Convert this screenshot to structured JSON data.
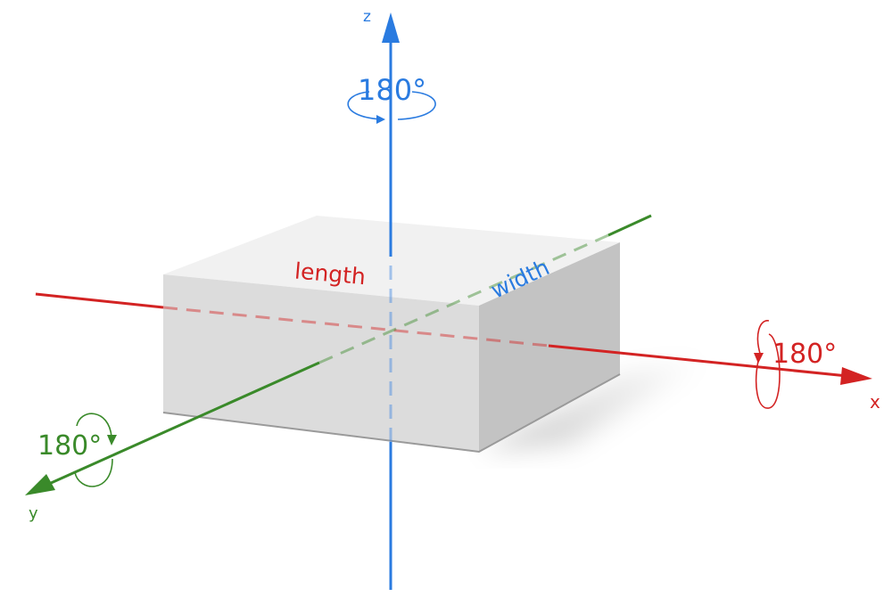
{
  "axes": {
    "x": {
      "label": "x",
      "rotation_label": "180°",
      "color": "#d32323"
    },
    "y": {
      "label": "y",
      "rotation_label": "180°",
      "color": "#3a8a2a"
    },
    "z": {
      "label": "z",
      "rotation_label": "180°",
      "color": "#2a7be0"
    }
  },
  "box": {
    "length_label": "length",
    "width_label": "width"
  }
}
